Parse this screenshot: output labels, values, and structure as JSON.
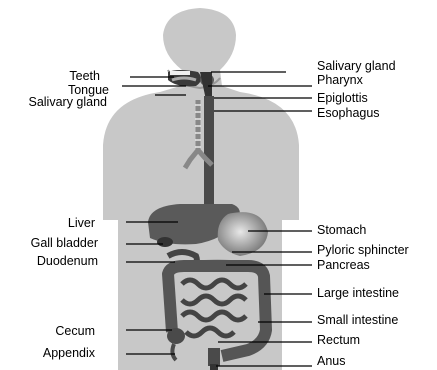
{
  "labels_left": [
    "Teeth",
    "Tongue",
    "Salivary gland",
    "Liver",
    "Gall bladder",
    "Duodenum",
    "Cecum",
    "Appendix"
  ],
  "labels_right": [
    "Salivary gland",
    "Pharynx",
    "Epiglottis",
    "Esophagus",
    "Stomach",
    "Pyloric sphincter",
    "Pancreas",
    "Large intestine",
    "Small intestine",
    "Rectum",
    "Anus"
  ],
  "colors": {
    "body_silhouette": "#c8c8c8",
    "organs": "#555555",
    "leader_line": "#000000",
    "label_text": "#000000"
  }
}
